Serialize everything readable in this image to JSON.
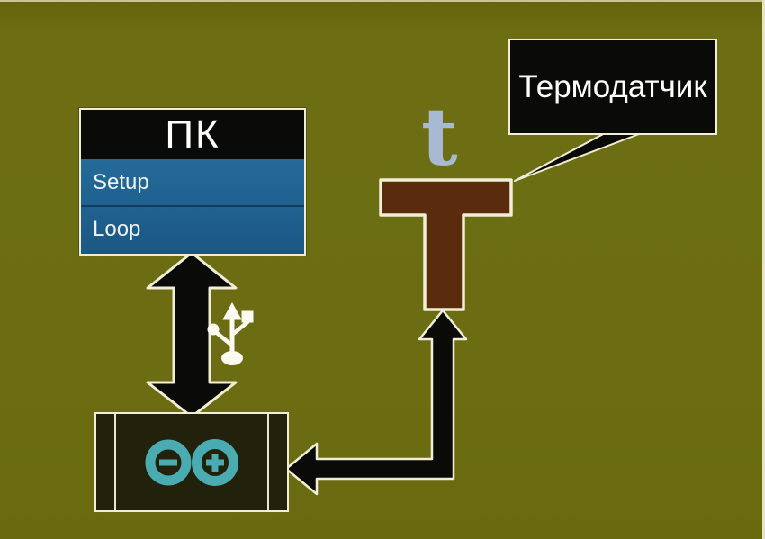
{
  "diagram": {
    "title_implicit": "Arduino thermo-sensor connection diagram",
    "pc_box": {
      "title": "ПК",
      "rows": [
        {
          "label": "Setup"
        },
        {
          "label": "Loop"
        }
      ]
    },
    "callout": {
      "label": "Термодатчик"
    },
    "sensor": {
      "symbol": "t"
    },
    "connections": [
      {
        "from": "ПК",
        "to": "Arduino",
        "type": "bidirectional-arrow",
        "via": "USB"
      },
      {
        "from": "Термодатчик",
        "to": "Arduino",
        "type": "elbow-arrow"
      }
    ],
    "icons": {
      "usb": "usb-icon",
      "arduino_logo": "arduino-infinity-logo-icon",
      "thermo_sensor": "thermo-sensor-t-shape"
    },
    "colors": {
      "background": "#6c6d12",
      "outline_cream": "#f0eed6",
      "panel_black": "#0a0a08",
      "panel_blue": "#1d5c8b",
      "sensor_brown": "#5a2c0d",
      "arduino_teal": "#4aacb1",
      "letter_steel_blue": "#a8bad3",
      "text_white": "#ffffff"
    }
  }
}
